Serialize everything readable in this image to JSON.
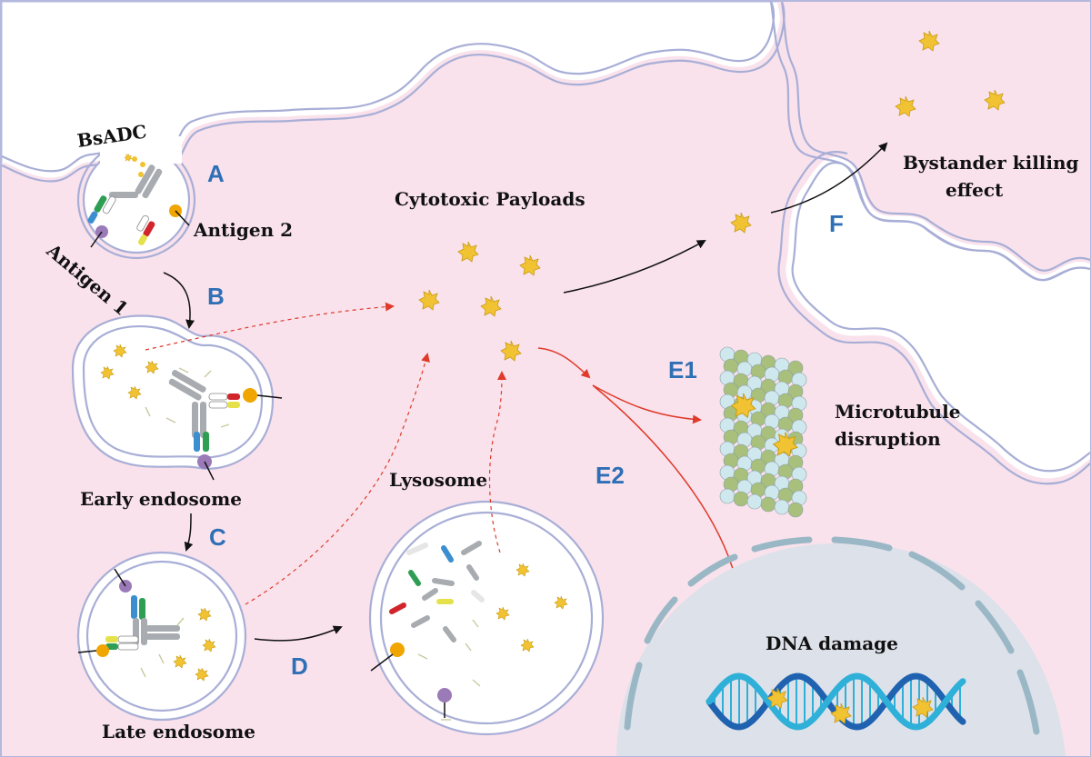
{
  "labels": {
    "bsadc": "BsADC",
    "antigen2": "Antigen 2",
    "antigen1": "Antigen 1",
    "cytotoxic_payloads": "Cytotoxic Payloads",
    "bystander_line1": "Bystander killing",
    "bystander_line2": "effect",
    "early_endosome": "Early endosome",
    "late_endosome": "Late endosome",
    "lysosome": "Lysosome",
    "microtubule_line1": "Microtubule",
    "microtubule_line2": "disruption",
    "dna_damage": "DNA damage"
  },
  "steps": {
    "a": "A",
    "b": "B",
    "c": "C",
    "d": "D",
    "e1": "E1",
    "e2": "E2",
    "f": "F"
  },
  "colors": {
    "cell_fill": "#f9e2ec",
    "membrane": "#a8aed6",
    "border": "#b3b8dc",
    "nucleus_fill": "#dde1ea",
    "nucleus_membrane": "#9ab7c5",
    "step_label": "#2f6fb5",
    "payload": "#f1c232",
    "red_arrow": "#e03a2a",
    "antibody": "#a8acb0",
    "antigen1": "#9b7ab8",
    "antigen2": "#f0a500",
    "dna_dark": "#1f62b0",
    "dna_light": "#2fb0d8",
    "tubule_light": "#cfe8ee",
    "tubule_dark": "#a9bf7c"
  },
  "icons": [
    "antibody-icon",
    "payload-star-icon",
    "microtubule-icon",
    "dna-helix-icon",
    "nucleus-icon",
    "endosome-icon",
    "lysosome-icon"
  ]
}
